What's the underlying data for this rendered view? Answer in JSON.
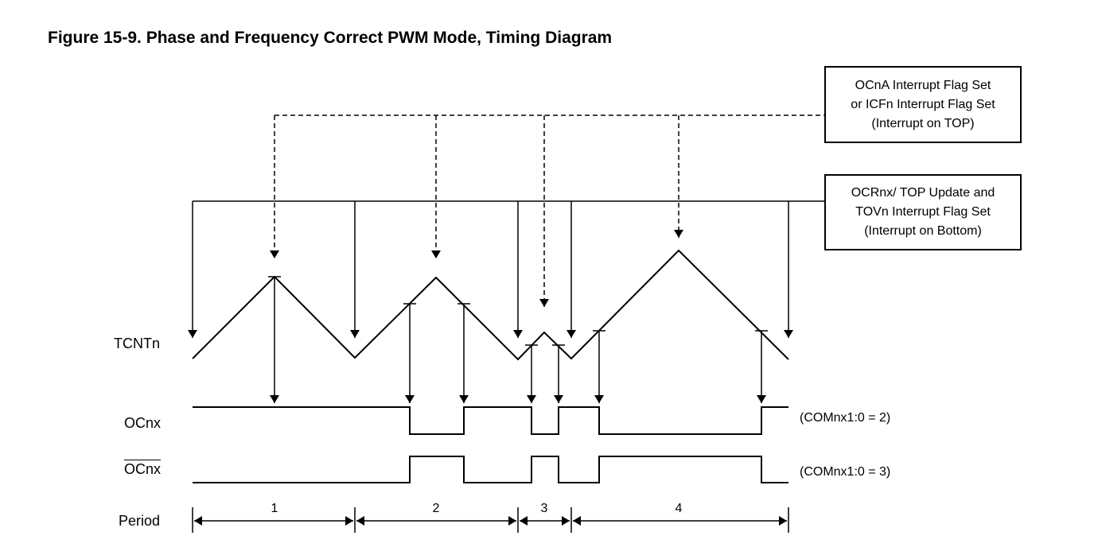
{
  "figure": {
    "title": "Figure 15-9. Phase and Frequency Correct PWM Mode, Timing Diagram"
  },
  "boxes": {
    "top_interrupt": [
      "OCnA Interrupt Flag Set",
      "or ICFn Interrupt Flag Set",
      "(Interrupt on TOP)"
    ],
    "bottom_interrupt": [
      "OCRnx/ TOP Update and",
      "TOVn Interrupt Flag Set",
      "(Interrupt on Bottom)"
    ]
  },
  "signals": {
    "counter": "TCNTn",
    "output": "OCnx",
    "output_inverted": "OCnx",
    "period": "Period"
  },
  "modes": {
    "non_inverting": "(COMnx1:0 = 2)",
    "inverting": "(COMnx1:0 = 3)"
  },
  "periods": [
    "1",
    "2",
    "3",
    "4"
  ]
}
